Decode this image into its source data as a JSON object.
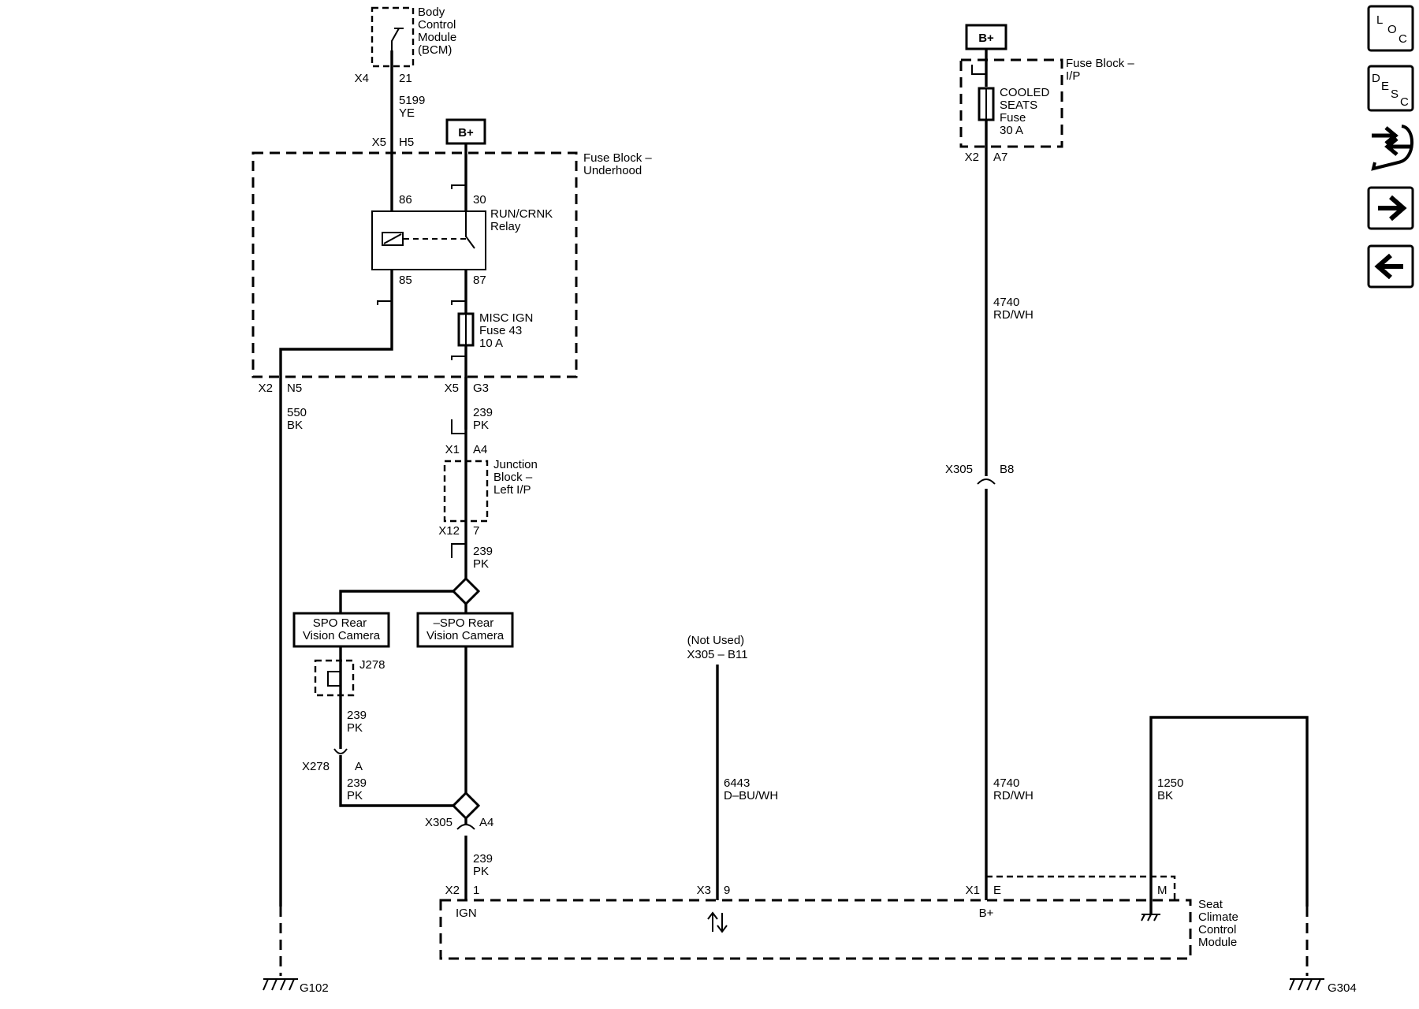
{
  "components": {
    "bcm": [
      "Body",
      "Control",
      "Module",
      "(BCM)"
    ],
    "fuse_block_underhood": [
      "Fuse Block –",
      "Underhood"
    ],
    "fuse_block_ip": [
      "Fuse Block –",
      "I/P"
    ],
    "relay": [
      "RUN/CRNK",
      "Relay"
    ],
    "misc_fuse": [
      "MISC IGN",
      "Fuse 43",
      "10 A"
    ],
    "cooled_fuse": [
      "COOLED",
      "SEATS",
      "Fuse",
      "30 A"
    ],
    "junction_block": [
      "Junction",
      "Block –",
      "Left I/P"
    ],
    "spo_camera": [
      "SPO Rear",
      "Vision Camera"
    ],
    "not_spo_camera": [
      "–SPO Rear",
      "Vision Camera"
    ],
    "seat_module": [
      "Seat",
      "Climate",
      "Control",
      "Module"
    ],
    "not_used": [
      "(Not Used)",
      "X305 – B11"
    ],
    "bplus": "B+"
  },
  "connectors": {
    "bcm_x4": "X4",
    "bcm_pin": "21",
    "h5_x": "X5",
    "h5_pin": "H5",
    "pin86": "86",
    "pin85": "85",
    "pin30": "30",
    "pin87": "87",
    "n5_x": "X2",
    "n5_pin": "N5",
    "g3_x": "X5",
    "g3_pin": "G3",
    "a4_x": "X1",
    "a4_pin": "A4",
    "jb7_x": "X12",
    "jb7_pin": "7",
    "j278": "J278",
    "x278": "X278",
    "x278_pin": "A",
    "x305a4_x": "X305",
    "x305a4_pin": "A4",
    "ign_x": "X2",
    "ign_pin": "1",
    "x3_x": "X3",
    "x3_pin": "9",
    "x1e_x": "X1",
    "x1e_pin": "E",
    "m_pin": "M",
    "a7_x": "X2",
    "a7_pin": "A7",
    "x305b8_x": "X305",
    "x305b8_pin": "B8",
    "ign_label": "IGN",
    "bplus_label": "B+"
  },
  "wires": {
    "w5199": [
      "5199",
      "YE"
    ],
    "w550": [
      "550",
      "BK"
    ],
    "w239_a": [
      "239",
      "PK"
    ],
    "w239_b": [
      "239",
      "PK"
    ],
    "w239_c": [
      "239",
      "PK"
    ],
    "w239_d": [
      "239",
      "PK"
    ],
    "w239_e": [
      "239",
      "PK"
    ],
    "w6443": [
      "6443",
      "D–BU/WH"
    ],
    "w4740_a": [
      "4740",
      "RD/WH"
    ],
    "w4740_b": [
      "4740",
      "RD/WH"
    ],
    "w1250": [
      "1250",
      "BK"
    ]
  },
  "grounds": {
    "g102": "G102",
    "g304": "G304"
  },
  "nav": {
    "loc": [
      "L",
      "O",
      "C"
    ],
    "desc": [
      "D",
      "E",
      "S",
      "C"
    ]
  }
}
